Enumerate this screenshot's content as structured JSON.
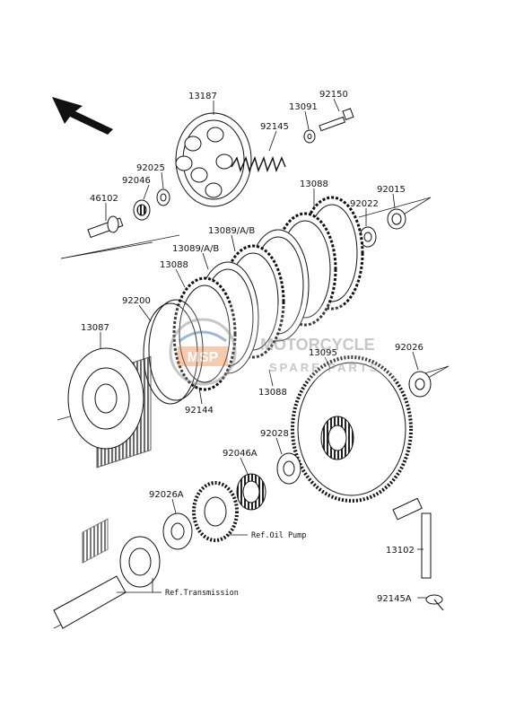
{
  "watermark": {
    "line1": "MOTORCYCLE",
    "line2": "SPARE PARTS",
    "badge": "MSP"
  },
  "direction_arrow": "front-direction-arrow",
  "part_labels": [
    {
      "id": "13187",
      "text": "13187"
    },
    {
      "id": "92150",
      "text": "92150"
    },
    {
      "id": "13091",
      "text": "13091"
    },
    {
      "id": "92145",
      "text": "92145"
    },
    {
      "id": "92025",
      "text": "92025"
    },
    {
      "id": "92046",
      "text": "92046"
    },
    {
      "id": "46102",
      "text": "46102"
    },
    {
      "id": "13088a",
      "text": "13088"
    },
    {
      "id": "92015",
      "text": "92015"
    },
    {
      "id": "92022",
      "text": "92022"
    },
    {
      "id": "13089a",
      "text": "13089/A/B"
    },
    {
      "id": "13089b",
      "text": "13089/A/B"
    },
    {
      "id": "13088b",
      "text": "13088"
    },
    {
      "id": "92200",
      "text": "92200"
    },
    {
      "id": "13087",
      "text": "13087"
    },
    {
      "id": "13095",
      "text": "13095"
    },
    {
      "id": "92026",
      "text": "92026"
    },
    {
      "id": "13088c",
      "text": "13088"
    },
    {
      "id": "92144",
      "text": "92144"
    },
    {
      "id": "92028",
      "text": "92028"
    },
    {
      "id": "92046A",
      "text": "92046A"
    },
    {
      "id": "92026A",
      "text": "92026A"
    },
    {
      "id": "13102",
      "text": "13102"
    },
    {
      "id": "92145A",
      "text": "92145A"
    }
  ],
  "references": {
    "oil_pump": "Ref.Oil Pump",
    "transmission": "Ref.Transmission"
  },
  "colors": {
    "line": "#1a1a1a",
    "watermark_gray": "#9a9a9a",
    "watermark_orange": "#e8894a",
    "watermark_blue": "#4a7fb8"
  }
}
